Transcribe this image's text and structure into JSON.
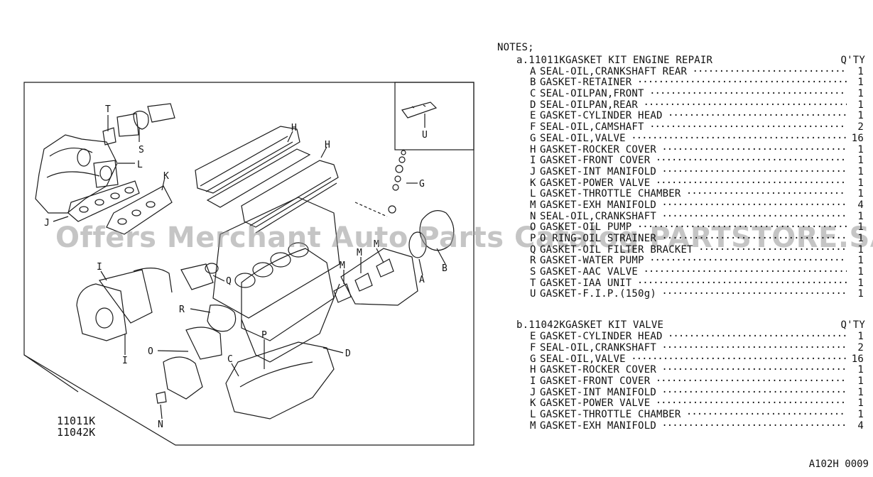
{
  "notes_title": "NOTES;",
  "kit_a": {
    "label": "a.11011KGASKET KIT ENGINE REPAIR",
    "qty_header": "Q'TY",
    "items": [
      {
        "letter": "A",
        "name": "SEAL-OIL,CRANKSHAFT REAR",
        "qty": "1"
      },
      {
        "letter": "B",
        "name": "GASKET-RETAINER",
        "qty": "1"
      },
      {
        "letter": "C",
        "name": "SEAL-OILPAN,FRONT",
        "qty": "1"
      },
      {
        "letter": "D",
        "name": "SEAL-OILPAN,REAR",
        "qty": "1"
      },
      {
        "letter": "E",
        "name": "GASKET-CYLINDER HEAD",
        "qty": "1"
      },
      {
        "letter": "F",
        "name": "SEAL-OIL,CAMSHAFT",
        "qty": "2"
      },
      {
        "letter": "G",
        "name": "SEAL-OIL,VALVE",
        "qty": "16"
      },
      {
        "letter": "H",
        "name": "GASKET-ROCKER COVER",
        "qty": "1"
      },
      {
        "letter": "I",
        "name": "GASKET-FRONT COVER",
        "qty": "1"
      },
      {
        "letter": "J",
        "name": "GASKET-INT MANIFOLD",
        "qty": "1"
      },
      {
        "letter": "K",
        "name": "GASKET-POWER VALVE",
        "qty": "1"
      },
      {
        "letter": "L",
        "name": "GASKET-THROTTLE CHAMBER",
        "qty": "1"
      },
      {
        "letter": "M",
        "name": "GASKET-EXH MANIFOLD",
        "qty": "4"
      },
      {
        "letter": "N",
        "name": "SEAL-OIL,CRANKSHAFT",
        "qty": "1"
      },
      {
        "letter": "O",
        "name": "GASKET-OIL PUMP",
        "qty": "1"
      },
      {
        "letter": "P",
        "name": "O RING-OIL STRAINER",
        "qty": "1"
      },
      {
        "letter": "Q",
        "name": "GASKET-OIL FILTER BRACKET",
        "qty": "1"
      },
      {
        "letter": "R",
        "name": "GASKET-WATER PUMP",
        "qty": "1"
      },
      {
        "letter": "S",
        "name": "GASKET-AAC VALVE",
        "qty": "1"
      },
      {
        "letter": "T",
        "name": "GASKET-IAA UNIT",
        "qty": "1"
      },
      {
        "letter": "U",
        "name": "GASKET-F.I.P.(150g)",
        "qty": "1"
      }
    ]
  },
  "kit_b": {
    "label": "b.11042KGASKET KIT VALVE",
    "qty_header": "Q'TY",
    "items": [
      {
        "letter": "E",
        "name": "GASKET-CYLINDER HEAD",
        "qty": "1"
      },
      {
        "letter": "F",
        "name": "SEAL-OIL,CRANKSHAFT",
        "qty": "2"
      },
      {
        "letter": "G",
        "name": "SEAL-OIL,VALVE",
        "qty": "16"
      },
      {
        "letter": "H",
        "name": "GASKET-ROCKER COVER",
        "qty": "1"
      },
      {
        "letter": "I",
        "name": "GASKET-FRONT COVER",
        "qty": "1"
      },
      {
        "letter": "J",
        "name": "GASKET-INT MANIFOLD",
        "qty": "1"
      },
      {
        "letter": "K",
        "name": "GASKET-POWER VALVE",
        "qty": "1"
      },
      {
        "letter": "L",
        "name": "GASKET-THROTTLE CHAMBER",
        "qty": "1"
      },
      {
        "letter": "M",
        "name": "GASKET-EXH MANIFOLD",
        "qty": "4"
      }
    ]
  },
  "diagram": {
    "part_numbers": [
      "11011K",
      "11042K"
    ],
    "callouts": [
      "T",
      "S",
      "L",
      "K",
      "J",
      "H",
      "H",
      "G",
      "U",
      "M",
      "M",
      "M",
      "Q",
      "B",
      "A",
      "I",
      "I",
      "R",
      "O",
      "P",
      "C",
      "D",
      "N"
    ]
  },
  "watermark": "Offers Merchant Auto Parts Catalog PARTSTORE.SA",
  "reference_code": "A102H 0009",
  "colors": {
    "line": "#1a1a1a",
    "watermark": "#969696",
    "background": "#ffffff"
  }
}
